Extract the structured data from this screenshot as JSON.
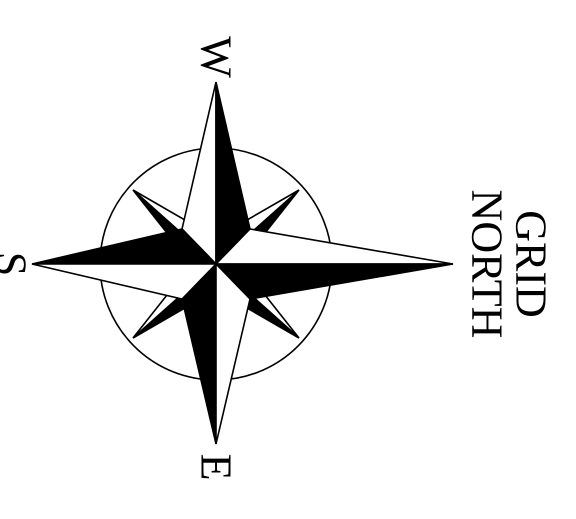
{
  "compass": {
    "north_label": "GRID NORTH",
    "north_label_lines": [
      "GRID",
      "NORTH"
    ],
    "west_label": "W",
    "south_label": "S",
    "east_label": "E",
    "colors": {
      "ink": "#000000",
      "paper": "#ffffff"
    }
  }
}
